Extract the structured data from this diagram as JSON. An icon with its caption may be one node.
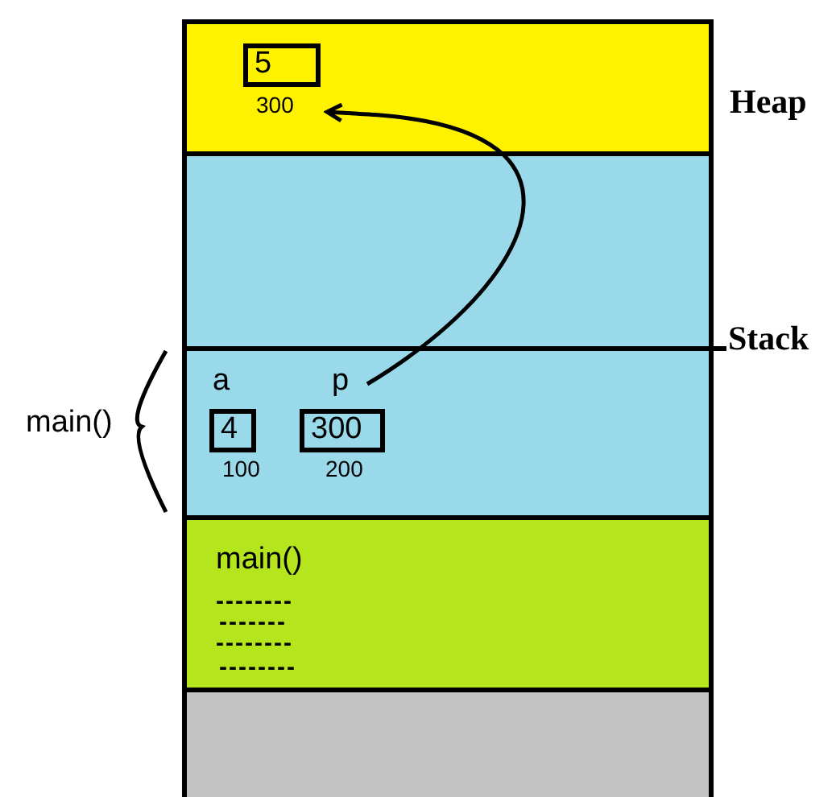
{
  "diagram": {
    "nodes": [
      {
        "text": [
          "Heap"
        ]
      },
      {
        "text": [
          "5"
        ],
        "beside": [
          "300"
        ],
        "in": 0
      },
      {
        "text": [
          "Stack"
        ]
      },
      {
        "text": [
          "main()"
        ],
        "in": 2
      },
      {
        "text": [
          "4"
        ],
        "beside": [
          "a",
          "100"
        ],
        "in": 3
      },
      {
        "text": [
          "300"
        ],
        "beside": [
          "p",
          "200"
        ],
        "in": 3
      },
      {
        "text": [
          "main()",
          "--------",
          "-------",
          "--------",
          "--------"
        ]
      },
      {
        "text": [],
        "shape": "box"
      }
    ],
    "edges": [
      {
        "from": 5,
        "to": 1,
        "arrow": "to"
      }
    ]
  }
}
